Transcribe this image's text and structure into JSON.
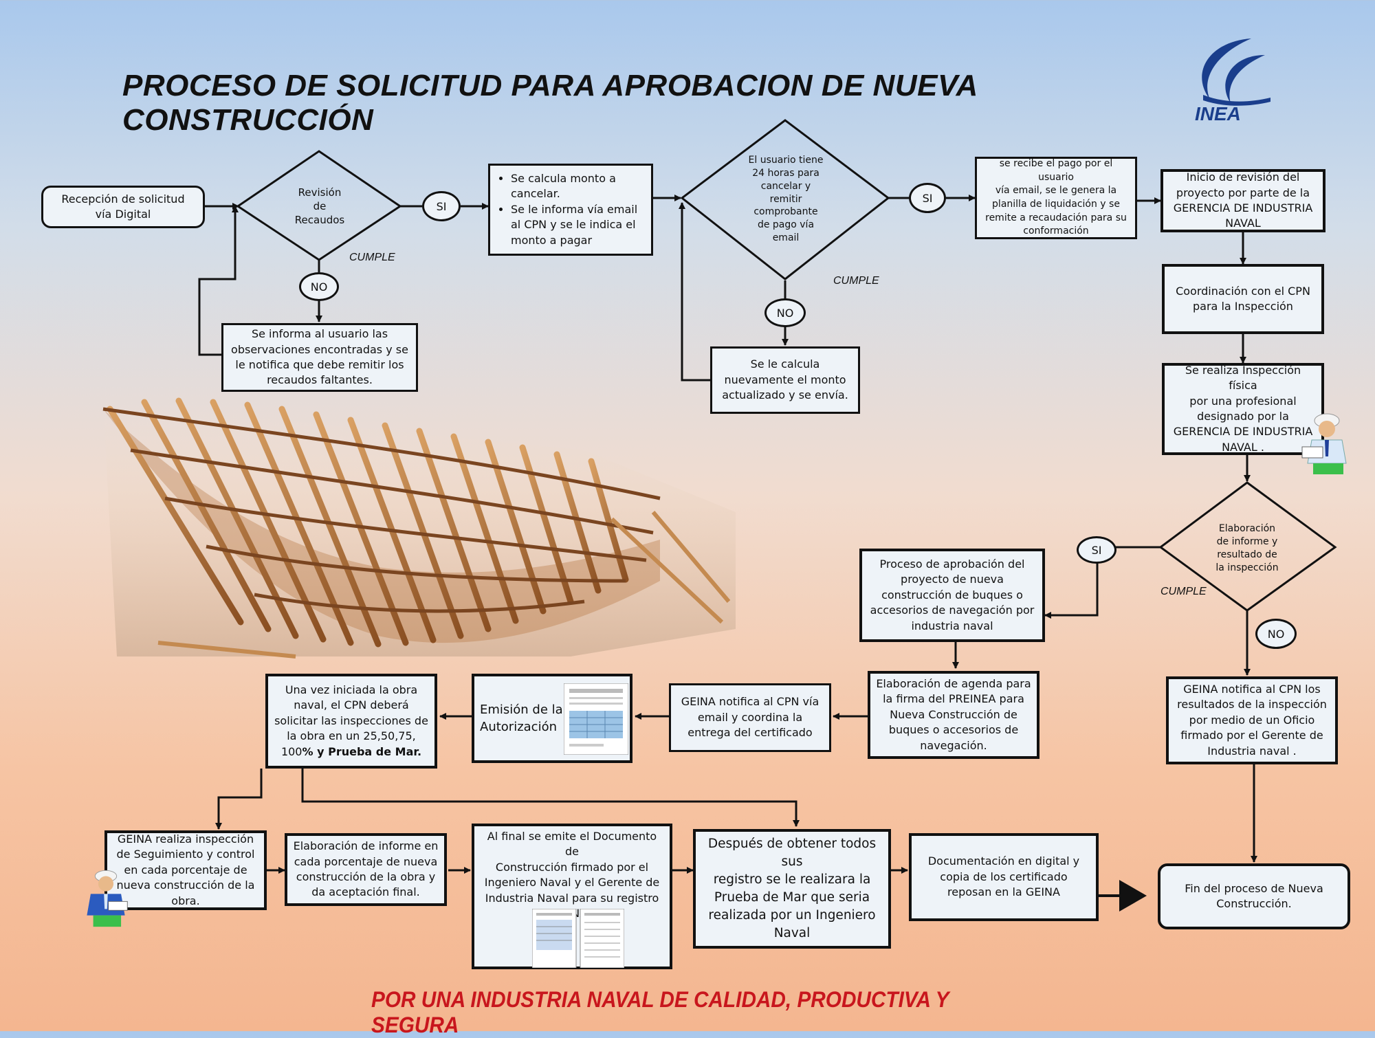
{
  "title": "PROCESO DE SOLICITUD PARA APROBACION DE NUEVA CONSTRUCCIÓN",
  "logo": {
    "text": "INEA",
    "icon": "inea-logo-icon",
    "color": "#1a3e8c"
  },
  "footer": "POR UNA INDUSTRIA NAVAL DE CALIDAD, PRODUCTIVA Y SEGURA",
  "colors": {
    "footer": "#c8161d",
    "box_fill": "#eef3f8",
    "line": "#111111"
  },
  "nodes": {
    "recepcion": "Recepción de solicitud\nvía Digital",
    "revision_recaudos": "Revisión\nde\nRecaudos",
    "calcula_monto": [
      "Se calcula monto a cancelar.",
      "Se le informa vía email al CPN y se le indica el monto a pagar"
    ],
    "usuario_24h": "El usuario tiene\n24 horas para\ncancelar y\nremitir\ncomprobante\nde pago vía\nemail",
    "recibe_pago": "se recibe el pago por el usuario\nvía email, se le genera la\nplanilla de liquidación y se\nremite a recaudación para su\nconformación",
    "inicio_revision": "Inicio de revisión del\nproyecto por parte de la\nGERENCIA DE INDUSTRIA\nNAVAL",
    "observaciones": "Se informa al usuario las\nobservaciones encontradas y se\nle notifica que debe remitir los\nrecaudos faltantes.",
    "recalcula": "Se le calcula\nnuevamente el monto\nactualizado y se envía.",
    "coordinacion": "Coordinación con el CPN\npara  la Inspección",
    "inspeccion_fisica": "Se realiza Inspección física\npor una profesional\ndesignado por la\nGERENCIA DE INDUSTRIA\nNAVAL .",
    "elaboracion_informe": "Elaboración\nde informe y\nresultado de\nla inspección",
    "proceso_aprobacion": "Proceso de aprobación del\nproyecto de nueva\nconstrucción de buques o\naccesorios de navegación por\nindustria naval",
    "agenda": "Elaboración de agenda para\nla firma del  PREINEA para\nNueva Construcción  de\nbuques o accesorios de\nnavegación.",
    "geina_notifica_cpn": "GEINA notifica al CPN vía\nemail  y coordina la\nentrega del certificado",
    "emision": "Emisión de la\nAutorización",
    "obra_iniciada_pre": "Una vez iniciada la obra\nnaval, el CPN deberá\nsolicitar las inspecciones  de\nla obra en un 25,50,75,\n100",
    "obra_iniciada_bold": "% y Prueba de Mar.",
    "geina_resultados": "GEINA notifica al CPN los\nresultados de la inspección\npor medio de un Oficio\nfirmado por el Gerente de\nIndustria naval .",
    "geina_seguimiento": "GEINA realiza inspección\nde Seguimiento y control\nen cada porcentaje  de\nnueva construcción de la\nobra.",
    "informe_porcentaje": "Elaboración de informe en\ncada porcentaje  de nueva\nconstrucción de la obra y\nda aceptación final.",
    "documento_construccion": "Al final se emite el Documento de\nConstrucción firmado por el\nIngeniero Naval y el Gerente de\nIndustria Naval para su registro\nen RENAVE.",
    "despues_registros": "Después de obtener todos sus\nregistro se le realizara la\nPrueba de Mar que seria\nrealizada por un Ingeniero\nNaval",
    "documentacion": "Documentación  en digital y\ncopia de los certificado\nreposan en la GEINA",
    "fin": "Fin del proceso de Nueva\nConstrucción."
  },
  "connectors": {
    "si_1": "SI",
    "no_1": "NO",
    "cumple_1": "CUMPLE",
    "si_2": "SI",
    "no_2": "NO",
    "cumple_2": "CUMPLE",
    "si_3": "SI",
    "no_3": "NO",
    "cumple_3": "CUMPLE"
  }
}
